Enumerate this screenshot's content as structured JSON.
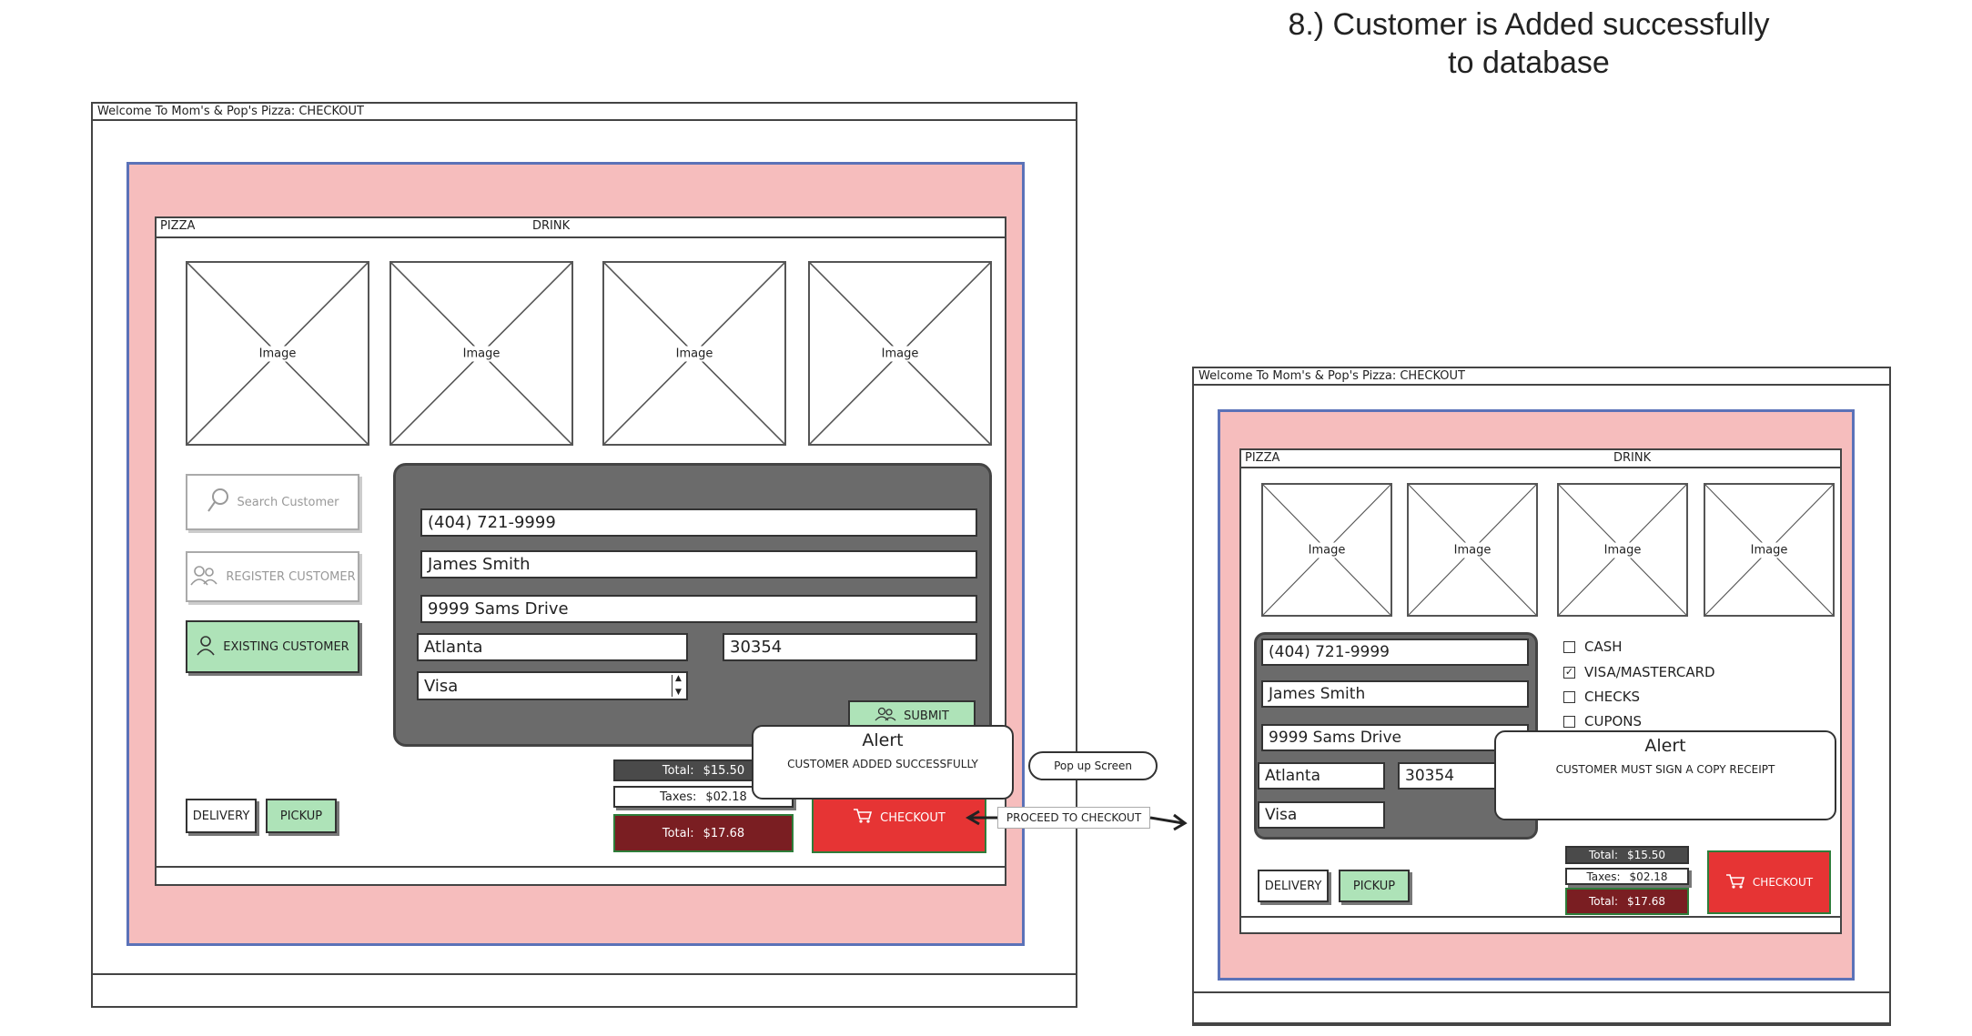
{
  "headline": {
    "line1": "8.) Customer is Added successfully",
    "line2": "to database"
  },
  "left_screen": {
    "window_title": "Welcome To Mom's & Pop's Pizza: CHECKOUT",
    "tabs": {
      "pizza": "PIZZA",
      "drink": "DRINK"
    },
    "image_label": "Image",
    "buttons": {
      "search": "Search Customer",
      "register": "REGISTER CUSTOMER",
      "existing": "EXISTING CUSTOMER",
      "submit": "SUBMIT",
      "delivery": "DELIVERY",
      "pickup": "PICKUP",
      "checkout": "CHECKOUT"
    },
    "form": {
      "phone": "(404) 721-9999",
      "name": "James Smith",
      "street": "9999 Sams Drive",
      "city": "Atlanta",
      "zip": "30354",
      "payment": "Visa"
    },
    "totals": {
      "subtotal_label": "Total:",
      "subtotal_value": "$15.50",
      "taxes_label": "Taxes:",
      "taxes_value": "$02.18",
      "grand_label": "Total:",
      "grand_value": "$17.68"
    },
    "alert": {
      "title": "Alert",
      "message": "CUSTOMER ADDED SUCCESSFULLY"
    },
    "callout": "Pop up Screen",
    "proceed_note": "PROCEED TO CHECKOUT"
  },
  "right_screen": {
    "window_title": "Welcome To Mom's & Pop's Pizza: CHECKOUT",
    "tabs": {
      "pizza": "PIZZA",
      "drink": "DRINK"
    },
    "image_label": "Image",
    "form": {
      "phone": "(404) 721-9999",
      "name": "James Smith",
      "street": "9999 Sams Drive",
      "city": "Atlanta",
      "zip": "30354",
      "payment": "Visa"
    },
    "payment_options": [
      {
        "label": "CASH",
        "checked": false
      },
      {
        "label": "VISA/MASTERCARD",
        "checked": true
      },
      {
        "label": "CHECKS",
        "checked": false
      },
      {
        "label": "CUPONS",
        "checked": false
      }
    ],
    "alert": {
      "title": "Alert",
      "message": "CUSTOMER MUST SIGN A COPY RECEIPT"
    },
    "buttons": {
      "delivery": "DELIVERY",
      "pickup": "PICKUP",
      "checkout": "CHECKOUT"
    },
    "totals": {
      "subtotal_label": "Total:",
      "subtotal_value": "$15.50",
      "taxes_label": "Taxes:",
      "taxes_value": "$02.18",
      "grand_label": "Total:",
      "grand_value": "$17.68"
    }
  },
  "colors": {
    "panel_bg": "#f6bdbd",
    "panel_border": "#5b72b8",
    "green_button": "#aee3b8",
    "checkout_red": "#e63434",
    "grand_total": "#7a1e22"
  }
}
